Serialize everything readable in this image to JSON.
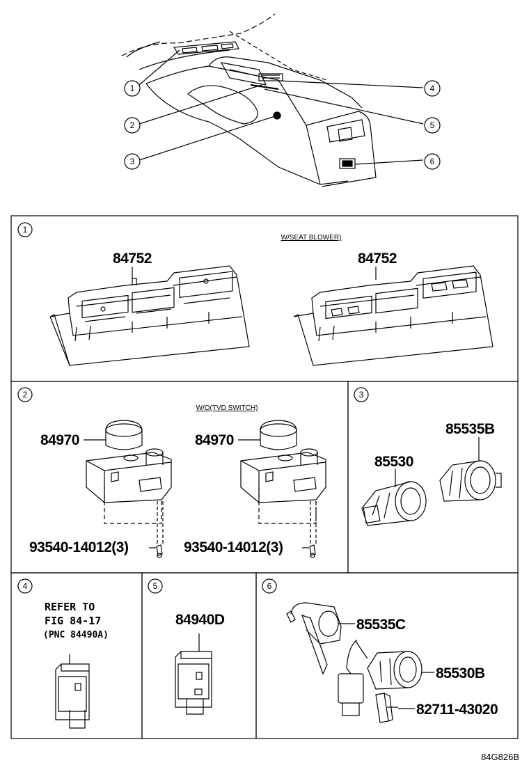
{
  "overview": {
    "callouts": [
      "1",
      "2",
      "3",
      "4",
      "5",
      "6"
    ]
  },
  "panels": [
    {
      "index": "1",
      "note": "W/SEAT BLOWER)",
      "labels": [
        "84752",
        "84752"
      ]
    },
    {
      "index": "2",
      "note": "W/O(TVD SWITCH)",
      "labels": [
        "84970",
        "84970"
      ],
      "screws": [
        "93540-14012(3)",
        "93540-14012(3)"
      ]
    },
    {
      "index": "3",
      "labels": [
        "85535B",
        "85530"
      ]
    },
    {
      "index": "4",
      "refer": [
        "REFER TO",
        "FIG 84-17",
        "(PNC 84490A)"
      ]
    },
    {
      "index": "5",
      "labels": [
        "84940D"
      ]
    },
    {
      "index": "6",
      "labels": [
        "85535C",
        "85530B",
        "82711-43020"
      ]
    }
  ],
  "figure_code": "84G826B"
}
